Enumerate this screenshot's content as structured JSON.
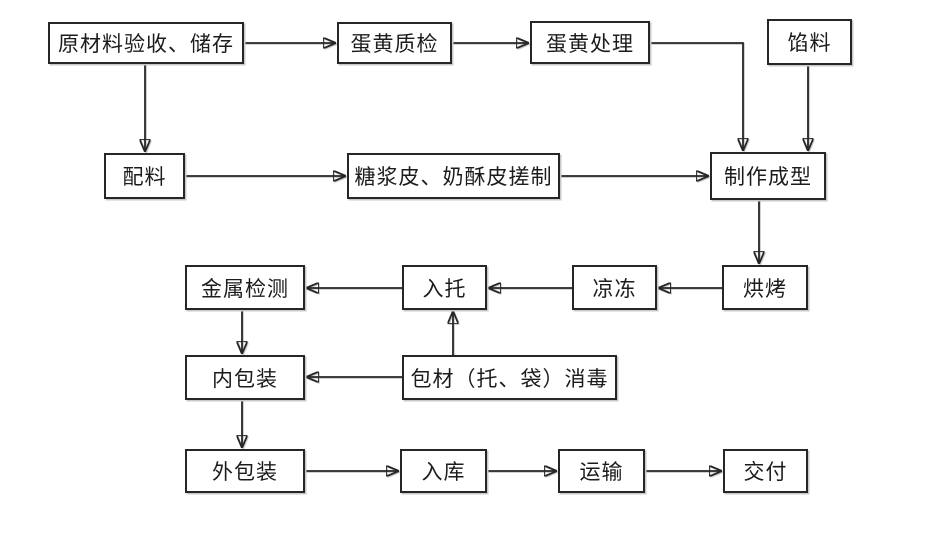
{
  "diagram": {
    "type": "flowchart",
    "language": "zh-CN",
    "nodes": [
      {
        "id": "raw-material",
        "label": "原材料验收、储存"
      },
      {
        "id": "yolk-inspection",
        "label": "蛋黄质检"
      },
      {
        "id": "yolk-processing",
        "label": "蛋黄处理"
      },
      {
        "id": "filling",
        "label": "馅料"
      },
      {
        "id": "ingredients",
        "label": "配料"
      },
      {
        "id": "skin-kneading",
        "label": "糖浆皮、奶酥皮搓制"
      },
      {
        "id": "forming",
        "label": "制作成型"
      },
      {
        "id": "metal-detection",
        "label": "金属检测"
      },
      {
        "id": "tray-loading",
        "label": "入托"
      },
      {
        "id": "cooling",
        "label": "凉冻"
      },
      {
        "id": "baking",
        "label": "烘烤"
      },
      {
        "id": "inner-packaging",
        "label": "内包装"
      },
      {
        "id": "packaging-sterilization",
        "label": "包材（托、袋）消毒"
      },
      {
        "id": "outer-packaging",
        "label": "外包装"
      },
      {
        "id": "warehousing",
        "label": "入库"
      },
      {
        "id": "transport",
        "label": "运输"
      },
      {
        "id": "delivery",
        "label": "交付"
      }
    ],
    "edges": [
      {
        "from": "raw-material",
        "to": "yolk-inspection"
      },
      {
        "from": "yolk-inspection",
        "to": "yolk-processing"
      },
      {
        "from": "yolk-processing",
        "to": "forming"
      },
      {
        "from": "filling",
        "to": "forming"
      },
      {
        "from": "raw-material",
        "to": "ingredients"
      },
      {
        "from": "ingredients",
        "to": "skin-kneading"
      },
      {
        "from": "skin-kneading",
        "to": "forming"
      },
      {
        "from": "forming",
        "to": "baking"
      },
      {
        "from": "baking",
        "to": "cooling"
      },
      {
        "from": "cooling",
        "to": "tray-loading"
      },
      {
        "from": "tray-loading",
        "to": "metal-detection"
      },
      {
        "from": "metal-detection",
        "to": "inner-packaging"
      },
      {
        "from": "packaging-sterilization",
        "to": "tray-loading"
      },
      {
        "from": "packaging-sterilization",
        "to": "inner-packaging"
      },
      {
        "from": "inner-packaging",
        "to": "outer-packaging"
      },
      {
        "from": "outer-packaging",
        "to": "warehousing"
      },
      {
        "from": "warehousing",
        "to": "transport"
      },
      {
        "from": "transport",
        "to": "delivery"
      }
    ],
    "colors": {
      "background": "#ffffff",
      "box_fill": "#ffffff",
      "line": "#262626",
      "text": "#1c1c1c",
      "shadow": "#c9c9c9"
    }
  }
}
